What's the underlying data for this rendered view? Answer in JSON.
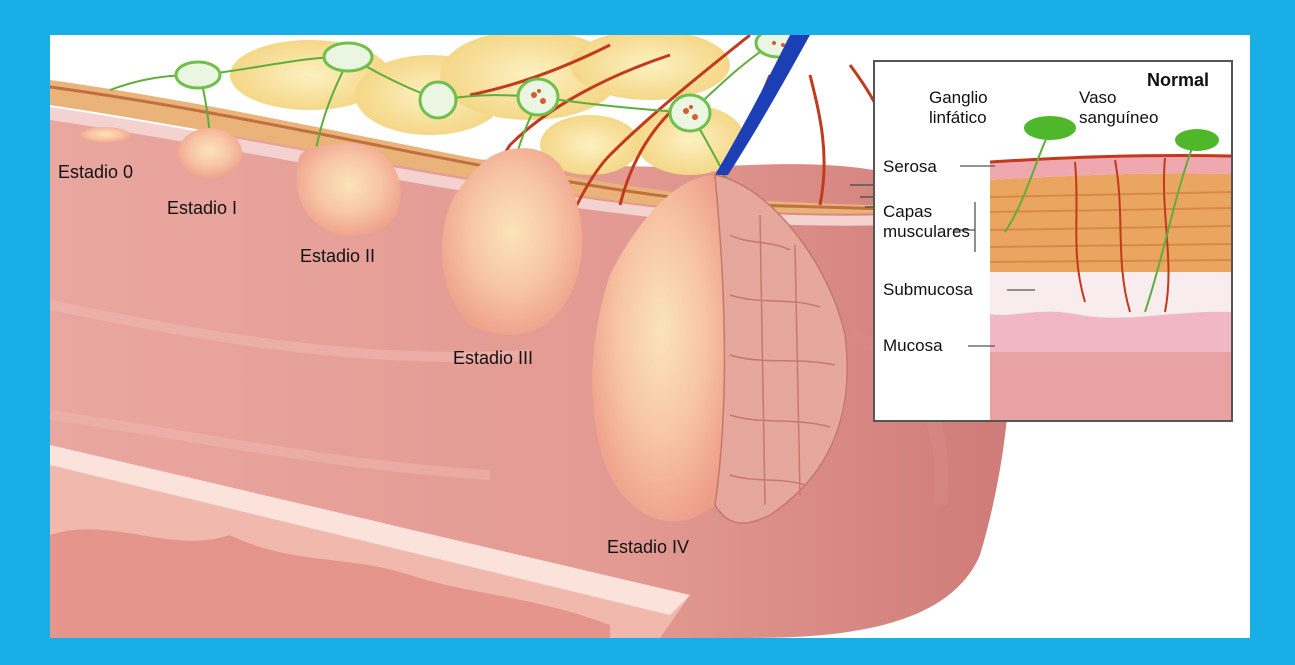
{
  "stages": [
    {
      "label": "Estadio 0"
    },
    {
      "label": "Estadio I"
    },
    {
      "label": "Estadio II"
    },
    {
      "label": "Estadio III"
    },
    {
      "label": "Estadio IV"
    }
  ],
  "inset": {
    "title": "Normal",
    "ganglio": "Ganglio\nlinfático",
    "vaso": "Vaso\nsanguíneo",
    "layers": [
      {
        "label": "Serosa"
      },
      {
        "label": "Capas\nmusculares"
      },
      {
        "label": "Submucosa"
      },
      {
        "label": "Mucosa"
      }
    ]
  },
  "colors": {
    "frame": "#1aaee6",
    "colon_wall": "#e9a49c",
    "tumor": "#f6c0a0",
    "lymph_node": "#7ccf5a",
    "vessel": "#c23a1c",
    "fat": "#f7dc8a"
  }
}
